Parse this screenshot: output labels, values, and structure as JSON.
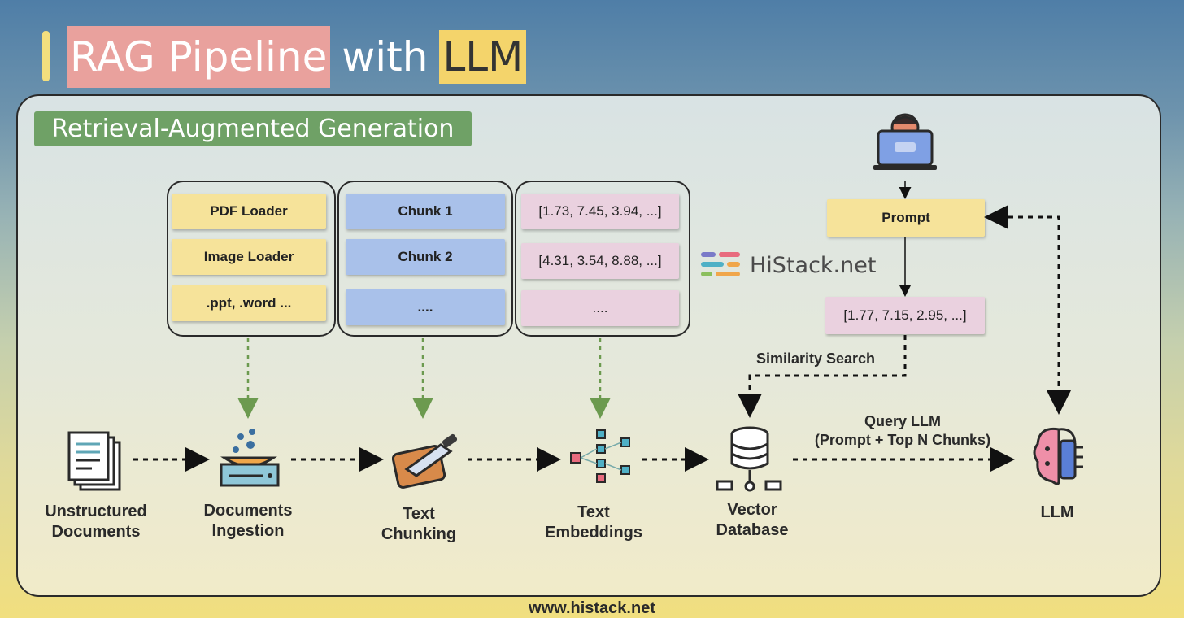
{
  "title": {
    "part1": "RAG Pipeline",
    "part2": "with",
    "part3": "LLM"
  },
  "subtitle": "Retrieval-Augmented Generation",
  "loaders": {
    "items": [
      "PDF Loader",
      "Image Loader",
      ".ppt, .word ..."
    ]
  },
  "chunks": {
    "items": [
      "Chunk 1",
      "Chunk 2",
      "...."
    ]
  },
  "embeddings": {
    "items": [
      "[1.73, 7.45, 3.94, ...]",
      "[4.31, 3.54, 8.88, ...]",
      "...."
    ]
  },
  "prompt": {
    "label": "Prompt",
    "vector": "[1.77, 7.15, 2.95, ...]"
  },
  "similarity_search": "Similarity Search",
  "query_llm": {
    "line1": "Query LLM",
    "line2": "(Prompt + Top N Chunks)"
  },
  "nodes": {
    "unstructured": {
      "line1": "Unstructured",
      "line2": "Documents"
    },
    "ingestion": {
      "line1": "Documents",
      "line2": "Ingestion"
    },
    "chunking": {
      "line1": "Text",
      "line2": "Chunking"
    },
    "embeddings": {
      "line1": "Text",
      "line2": "Embeddings"
    },
    "vectordb": {
      "line1": "Vector",
      "line2": "Database"
    },
    "llm": {
      "line1": "LLM"
    }
  },
  "logo_text": "HiStack.net",
  "footer": "www.histack.net",
  "colors": {
    "title_highlight_1": "#e9a19d",
    "title_highlight_2": "#f4d46b",
    "subtitle_bg": "#6fa166",
    "loader": "#f6e39a",
    "chunk": "#a9c1ea",
    "embedding": "#ead1df",
    "arrow_green": "#6c9a4f"
  }
}
